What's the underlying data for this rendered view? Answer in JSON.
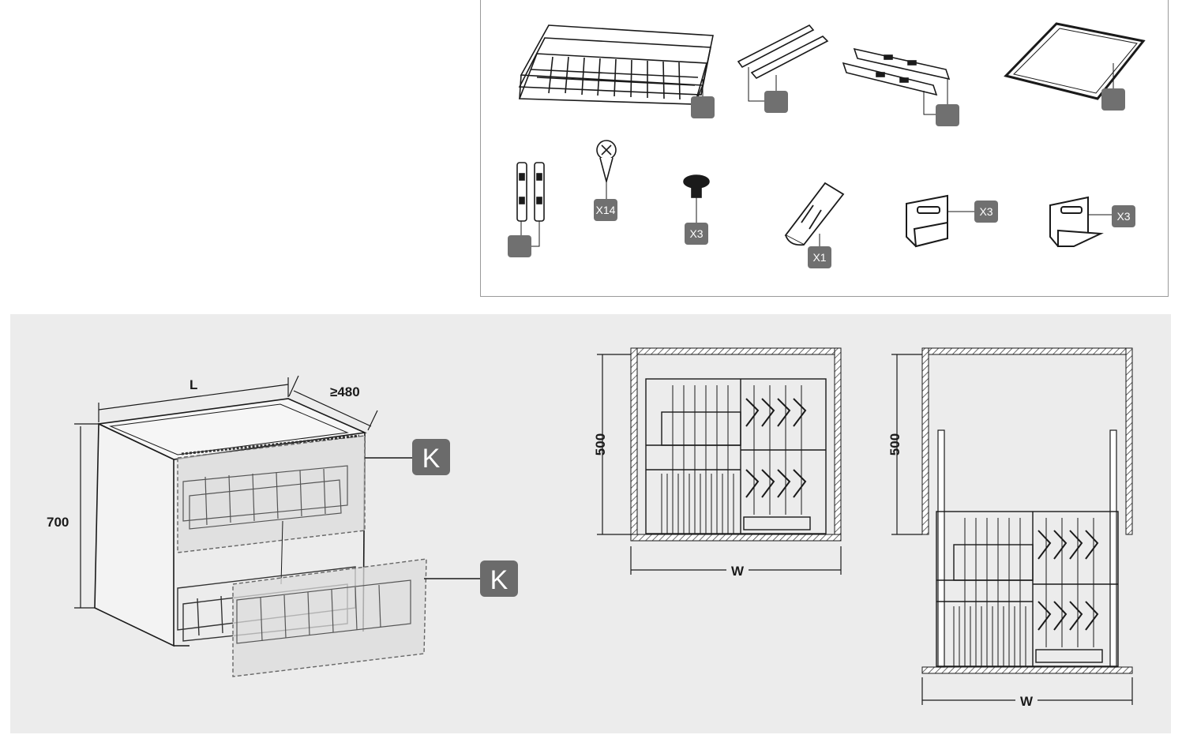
{
  "parts": {
    "items": [
      {
        "name": "wire-basket",
        "qty": ""
      },
      {
        "name": "rail-pair",
        "qty": ""
      },
      {
        "name": "slide-runner-pair",
        "qty": ""
      },
      {
        "name": "tray-frame",
        "qty": ""
      },
      {
        "name": "bracket-pair",
        "qty": ""
      },
      {
        "name": "screw",
        "qty": "X14"
      },
      {
        "name": "bolt",
        "qty": "X3"
      },
      {
        "name": "cover-clip",
        "qty": "X1"
      },
      {
        "name": "mount-bracket-a",
        "qty": "X3"
      },
      {
        "name": "mount-bracket-b",
        "qty": "X3"
      }
    ]
  },
  "installation": {
    "cabinet": {
      "length_label": "L",
      "depth_label": "≥480",
      "height_label": "700",
      "drawer_label_top": "K",
      "drawer_label_bottom": "K"
    },
    "front_closed": {
      "height_label": "500",
      "width_label": "W"
    },
    "front_open": {
      "height_label": "500",
      "width_label": "W"
    }
  },
  "colors": {
    "tag": "#707070",
    "panel": "#ececec",
    "line": "#1a1a1a",
    "hatch": "#444444"
  }
}
